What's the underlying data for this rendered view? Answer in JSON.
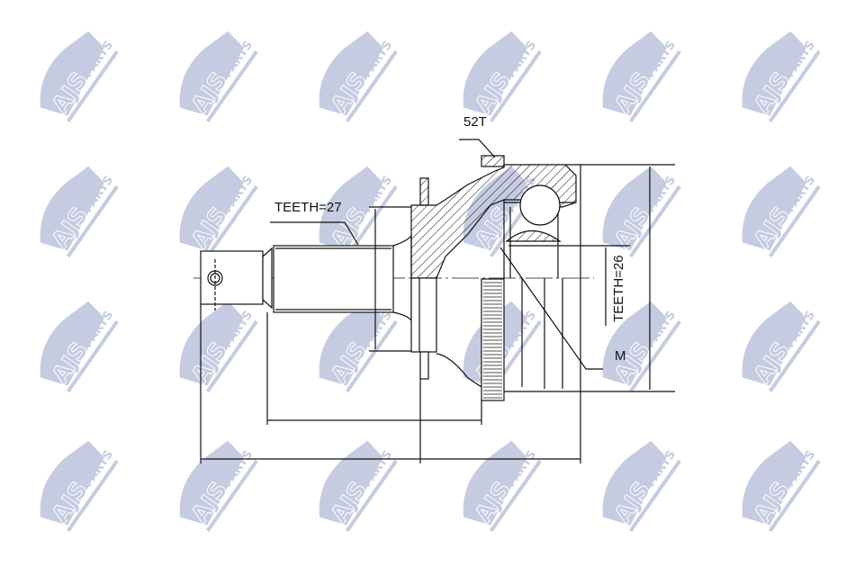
{
  "watermark": {
    "text_main": "AJS",
    "text_sub": "PARTS",
    "color": "#c5cbe0"
  },
  "labels": {
    "teeth_outer": "TEETH=27",
    "teeth_inner": "TEETH=26",
    "abs_teeth": "52T",
    "thread": "M"
  },
  "colors": {
    "line": "#111111",
    "background": "#ffffff"
  }
}
